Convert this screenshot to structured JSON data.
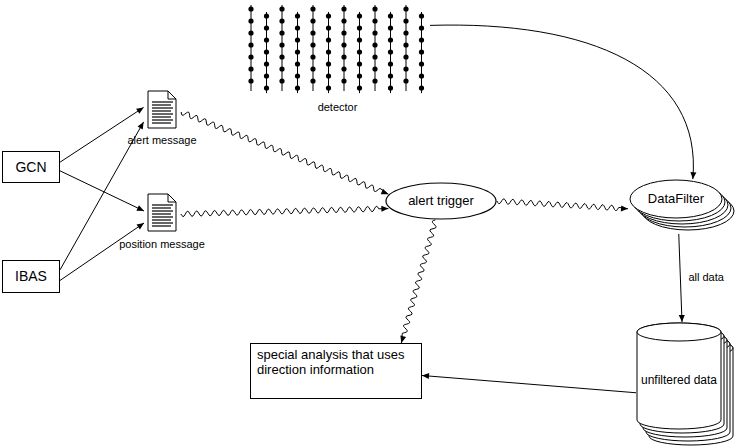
{
  "diagram": {
    "nodes": [
      {
        "text": [
          "detector"
        ]
      },
      {
        "text": [
          "GCN"
        ]
      },
      {
        "text": [
          "IBAS"
        ]
      },
      {
        "text": [
          "alert message"
        ]
      },
      {
        "text": [
          "position message"
        ]
      },
      {
        "text": [
          "alert trigger"
        ]
      },
      {
        "text": [
          "DataFilter"
        ]
      },
      {
        "text": [
          "unfiltered data"
        ]
      },
      {
        "text": [
          "special analysis that uses direction information"
        ]
      }
    ],
    "edges": [
      {
        "from": 1,
        "to": 3,
        "arrow": "to"
      },
      {
        "from": 1,
        "to": 4,
        "arrow": "to"
      },
      {
        "from": 2,
        "to": 3,
        "arrow": "to"
      },
      {
        "from": 2,
        "to": 4,
        "arrow": "to"
      },
      {
        "from": 3,
        "to": 5,
        "arrow": "to"
      },
      {
        "from": 4,
        "to": 5,
        "arrow": "to"
      },
      {
        "from": 5,
        "to": 6,
        "arrow": "to"
      },
      {
        "from": 5,
        "to": 8,
        "arrow": "to"
      },
      {
        "from": 0,
        "to": 6,
        "arrow": "to"
      },
      {
        "from": 6,
        "to": 7,
        "label": "all data",
        "arrow": "to"
      },
      {
        "from": 7,
        "to": 8,
        "arrow": "to"
      }
    ]
  }
}
